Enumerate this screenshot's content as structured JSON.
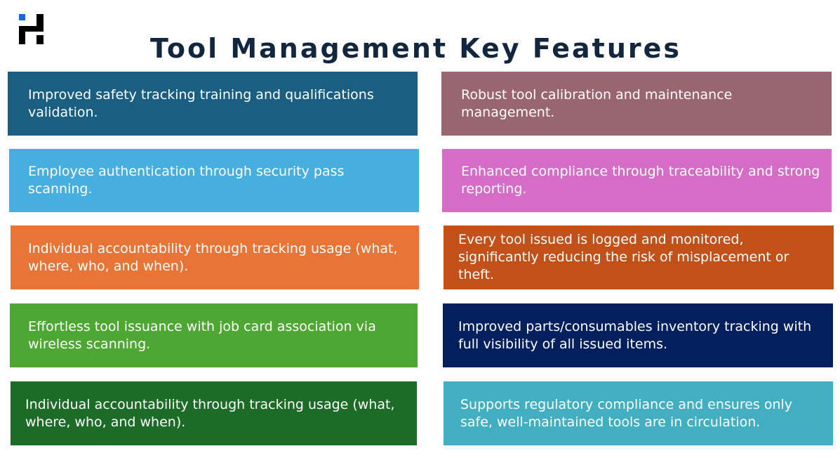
{
  "header": {
    "title": "Tool Management Key Features",
    "title_color": "#12263f",
    "logo": {
      "name": "brand-logo-icon",
      "accent_color": "#1467f2",
      "main_color": "#000000"
    }
  },
  "features": {
    "left": [
      {
        "text": "Improved safety tracking training and qualifications validation.",
        "color": "#1a5f82"
      },
      {
        "text": "Employee authentication through security pass scanning.",
        "color": "#47aee0"
      },
      {
        "text": "Individual accountability through tracking usage (what, where, who, and when).",
        "color": "#e87435"
      },
      {
        "text": "Effortless tool issuance with job card association via wireless scanning.",
        "color": "#4fa733"
      },
      {
        "text": "Individual accountability through tracking usage (what, where, who, and when).",
        "color": "#1c6b27"
      }
    ],
    "right": [
      {
        "text": "Robust tool calibration and maintenance management.",
        "color": "#996570"
      },
      {
        "text": "Enhanced compliance through traceability and strong reporting.",
        "color": "#d56cc6"
      },
      {
        "text": "Every tool issued is logged and monitored, significantly reducing the risk of misplacement or theft.",
        "color": "#c25019"
      },
      {
        "text": "Improved parts/consumables inventory tracking with full visibility of all issued items.",
        "color": "#02205e"
      },
      {
        "text": "Supports regulatory compliance and ensures only safe, well-maintained tools are in circulation.",
        "color": "#41afc0"
      }
    ]
  }
}
